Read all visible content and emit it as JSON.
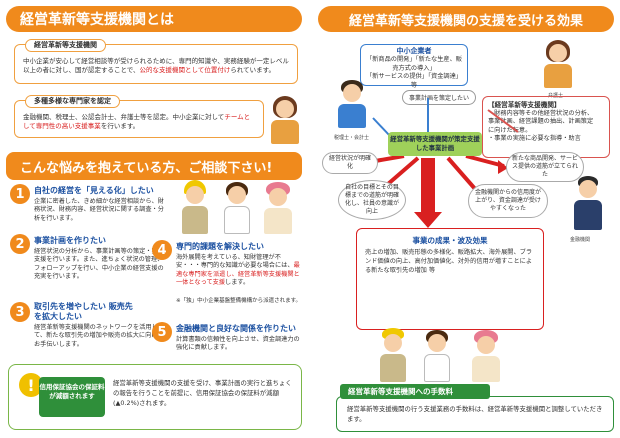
{
  "left": {
    "title": "経営革新等支援機関とは",
    "box1": {
      "tag": "経営革新等支援機関",
      "text_a": "中小企業が安心して経営相談等が受けられるために、専門的知識や、実務経験が一定レベル以上の者に対し、国が認定することで、",
      "text_red": "公的な支援機関として位置付け",
      "text_b": "られています。"
    },
    "box2": {
      "tag": "多種多様な専門家を認定",
      "text_a": "金融機関、税理士、公認会計士、弁護士等を認定。中小企業に対して",
      "text_red": "チームとして専門性の高い支援事業",
      "text_b": "を行います。"
    },
    "worry_title": "こんな悩みを抱えている方、ご相談下さい!",
    "items": [
      {
        "num": "1",
        "title": "自社の経営を「見える化」したい",
        "body": "企業に密着した、きめ細かな経営相談から、財務状況、財務内容、経営状況に関する調査・分析を行います。"
      },
      {
        "num": "2",
        "title": "事業計画を作りたい",
        "body": "経営状況の分析から、事業計画等の策定・実行支援を行います。また、進ちょく状況の管理、フォローアップを行い、中小企業の経営支援の充実を行います。"
      },
      {
        "num": "3",
        "title": "取引先を増やしたい 販売先を拡大したい",
        "body": "経営革新等支援機関のネットワークを活用して、新たな取引先の増加や販売の拡大に向けてお手伝いします。"
      },
      {
        "num": "4",
        "title": "専門的課題を解決したい",
        "body_a": "海外展開を考えている、知財管理が不安・・・専門的な知識が必要な場合には、",
        "body_red": "最適な専門家を派遣し、経営革新等支援機関と一体となって支援",
        "body_b": "します。",
        "note": "※「独」中小企業基盤整備機構から派遣されます。"
      },
      {
        "num": "5",
        "title": "金融機関と良好な関係を作りたい",
        "body": "計算書類の信頼性を向上させ、資金調達力の強化に貢献します。"
      }
    ],
    "guarantee": {
      "excl": "!",
      "label": "信用保証協会の保証料が減額されます",
      "text": "経営革新等支援機関の支援を受け、事業計画の実行と進ちょくの報告を行うことを前提に、信用保証協会の保証料が減額(▲0.2%)されます。"
    }
  },
  "right": {
    "title": "経営革新等支援機関の支援を受ける効果",
    "sme": {
      "title": "中小企業者",
      "line1": "「新商品の開発」「新たな生産、販売方式の導入」",
      "line2": "「新サービスの提供」「資金調達」等"
    },
    "plan_pill": "事業計画を策定したい",
    "supporter": {
      "title": "【経営革新等支援機関】",
      "lines": [
        "・財務内容等その他経営状況の分析、",
        "事業計画、経営課題の抽出、計画策定",
        "に向けた転意。",
        "・事業の実施に必要な指導・助言"
      ]
    },
    "center": "経営革新等支援機関が策定支援した事業計画",
    "bubbles": {
      "b1": "経営状況が明確化",
      "b2": "自社の目標とその目標までの道筋が明確化し、社員の意識が向上",
      "b3": "新たな商品開発、サービス提供の道筋が立てられた",
      "b4": "金融機関からの信用度が上がり、資金調達が受けやすくなった"
    },
    "result": {
      "title": "事業の成果・波及効果",
      "body": "売上の増加、販売形態の多様化、販路拡大、海外展開、ブランド価値の向上、高付加価値化、対外的信用が増すことによる新たな取引先の増加 等"
    },
    "fee": {
      "title": "経営革新等支援機関への手数料",
      "body": "経営革新等支援機関の行う支援業務の手数料は、経営革新等支援機関と調整していただきます。"
    },
    "captions": {
      "tax": "税理士・会計士",
      "lawyer": "弁護士",
      "bank": "金融機関"
    }
  },
  "colors": {
    "orange": "#f08a1c",
    "blue": "#1a4fa0",
    "red": "#d92020",
    "green": "#2f8f3a",
    "lightgreen": "#9fd15a"
  }
}
